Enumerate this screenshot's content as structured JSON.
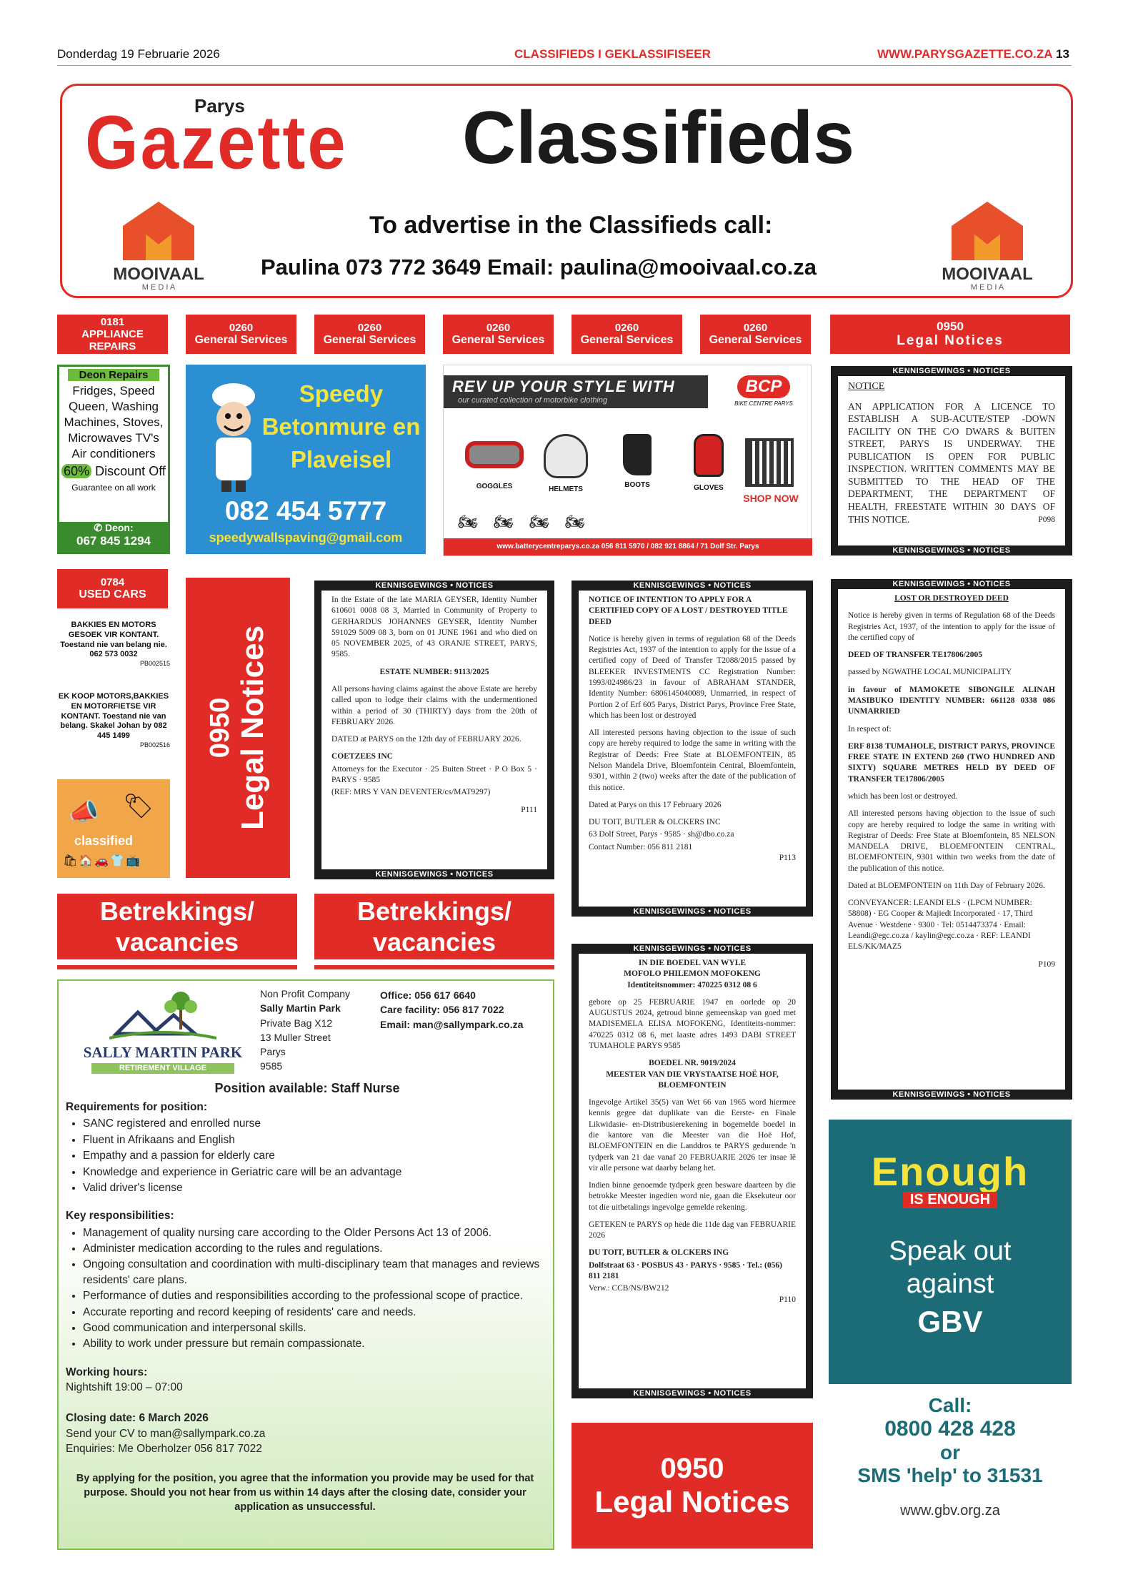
{
  "header": {
    "date": "Donderdag 19 Februarie 2026",
    "section": "CLASSIFIEDS I GEKLASSIFISEER",
    "website": "WWW.PARYSGAZETTE.CO.ZA",
    "page": "13"
  },
  "banner": {
    "brand_small": "Parys",
    "brand_big": "Gazette",
    "title": "Classifieds",
    "call_text": "To advertise in the Classifieds call:",
    "contact": "Paulina 073 772 3649 Email: paulina@mooivaal.co.za",
    "logo_name": "MOOIVAAL",
    "logo_sub": "M E D I A"
  },
  "category_heads": [
    {
      "code": "0181",
      "label": "APPLIANCE REPAIRS"
    },
    {
      "code": "0260",
      "label": "General Services"
    },
    {
      "code": "0260",
      "label": "General Services"
    },
    {
      "code": "0260",
      "label": "General Services"
    },
    {
      "code": "0260",
      "label": "General Services"
    },
    {
      "code": "0260",
      "label": "General Services"
    },
    {
      "code": "0950",
      "label": "Legal Notices"
    }
  ],
  "deon_ad": {
    "title": "Deon Repairs",
    "services": "Fridges, Speed Queen, Washing Machines, Stoves, Microwaves TV's Air conditioners",
    "discount_pct": "60%",
    "discount": "Discount Off",
    "guarantee": "Guarantee on all work",
    "name": "Deon:",
    "phone": "067 845 1294"
  },
  "speedy_ad": {
    "title": "Speedy Betonmure en Plaveisel",
    "phone": "082 454 5777",
    "email": "speedywallspaving@gmail.com"
  },
  "bcp_ad": {
    "headline": "REV UP YOUR STYLE WITH",
    "tagline": "our curated collection of motorbike clothing",
    "logo": "BCP",
    "logo_sub": "BIKE CENTRE PARYS",
    "items": [
      "GOGGLES",
      "HELMETS",
      "BOOTS",
      "GLOVES"
    ],
    "shop": "SHOP NOW",
    "footer": "www.batterycentreparys.co.za  056 811 5970  /  082 921 8864  /  71 Dolf Str. Parys"
  },
  "notice_band": "KENNISGEWINGS • NOTICES",
  "notice_licence": {
    "heading": "NOTICE",
    "body": "AN APPLICATION FOR A LICENCE TO ESTABLISH A SUB-ACUTE/STEP -DOWN FACILITY ON THE C/O DWARS & BUITEN STREET, PARYS IS UNDERWAY. THE PUBLICATION IS OPEN FOR PUBLIC INSPECTION. WRITTEN COMMENTS MAY BE SUBMITTED TO THE HEAD OF THE DEPARTMENT, THE DEPARTMENT OF HEALTH, FREESTATE WITHIN 30 DAYS OF THIS NOTICE.",
    "ref": "P098"
  },
  "used_cars": {
    "head_code": "0784",
    "head_label": "USED CARS",
    "ad1": "BAKKIES EN MOTORS GESOEK VIR KONTANT. Toestand nie van belang nie. 062 573 0032",
    "ad1_ref": "PB002515",
    "ad2": "EK KOOP MOTORS,BAKKIES EN MOTORFIETSE VIR KONTANT. Toestand nie van belang. Skakel Johan by 082 445 1499",
    "ad2_ref": "PB002516",
    "classified_img": "classified"
  },
  "legal_vertical": {
    "code": "0950",
    "label": "Legal Notices"
  },
  "notice_geyser": {
    "p1": "In the Estate of the late MARIA GEYSER, Identity Number 610601 0008 08 3, Married in Community of Property to GERHARDUS JOHANNES GEYSER, Identity Number 591029 5009 08 3, born on 01 JUNE 1961 and who died on 05 NOVEMBER 2025, of 43 ORANJE STREET, PARYS, 9585.",
    "estate": "ESTATE NUMBER: 9113/2025",
    "p2": "All persons having claims against the above Estate are hereby called upon to lodge their claims with the undermentioned within a period of 30 (THIRTY) days from the 20th of FEBRUARY 2026.",
    "p3": "DATED at PARYS on the 12th day of FEBRUARY 2026.",
    "firm": "COETZEES INC",
    "address": "Attorneys for the Executor · 25 Buiten Street · P O Box 5 · PARYS · 9585",
    "refline": "(REF: MRS Y VAN DEVENTER/cs/MAT9297)",
    "ref": "P111"
  },
  "notice_deed1": {
    "title": "NOTICE OF INTENTION TO APPLY FOR A CERTIFIED COPY OF A LOST / DESTROYED TITLE DEED",
    "p1": "Notice is hereby given in terms of regulation 68 of the Deeds Registries Act, 1937 of the intention to apply for the issue of a certified copy of Deed of Transfer T2088/2015 passed by BLEEKER INVESTMENTS CC Registration Number: 1993/024986/23 in favour of ABRAHAM STANDER, Identity Number: 6806145040089, Unmarried, in respect of Portion 2 of Erf 605 Parys, District Parys, Province Free State, which has been lost or destroyed",
    "p2": "All interested persons having objection to the issue of such copy are hereby required to lodge the same in writing with the Registrar of Deeds: Free State at BLOEMFONTEIN, 85 Nelson Mandela Drive, Bloemfontein Central, Bloemfontein, 9301, within 2 (two) weeks after the date of the publication of this notice.",
    "p3": "Dated at Parys on this 17 February 2026",
    "firm": "DU TOIT, BUTLER & OLCKERS INC",
    "address": "63 Dolf Street, Parys · 9585 · sh@dbo.co.za",
    "contact": "Contact Number: 056 811 2181",
    "ref": "P113"
  },
  "notice_deed2": {
    "title": "LOST OR DESTROYED DEED",
    "p1": "Notice is hereby given in terms of Regulation 68 of the Deeds Registries Act, 1937, of the intention to apply for the issue of the certified copy of",
    "deed": "DEED OF TRANSFER TE17806/2005",
    "passed": "passed by NGWATHE LOCAL MUNICIPALITY",
    "favour": "in favour of MAMOKETE SIBONGILE ALINAH MASIBUKO IDENTITY NUMBER: 661128 0338 086 UNMARRIED",
    "respect": "In respect of:",
    "erf": "ERF 8138 TUMAHOLE, DISTRICT PARYS, PROVINCE FREE STATE IN EXTEND 260 (TWO HUNDRED AND SIXTY) SQUARE METRES HELD BY DEED OF TRANSFER TE17806/2005",
    "lost": "which has been lost or destroyed.",
    "p2": "All interested persons having objection to the issue of such copy are hereby required to lodge the same in writing with Registrar of Deeds: Free State at Bloemfontein, 85 NELSON MANDELA DRIVE, BLOEMFONTEIN CENTRAL, BLOEMFONTEIN, 9301 within two weeks from the date of the publication of this notice.",
    "dated": "Dated at BLOEMFONTEIN on 11th Day of February 2026.",
    "conveyancer": "CONVEYANCER: LEANDI ELS · (LPCM NUMBER: 58808) · EG Cooper & Majiedt Incorporated · 17, Third Avenue · Westdene · 9300 · Tel: 0514473374 · Email: Leandi@egc.co.za / kaylin@egc.co.za · REF: LEANDI ELS/KK/MAZ5",
    "ref": "P109"
  },
  "vacancies": {
    "line1": "Betrekkings/",
    "line2": "vacancies"
  },
  "sally_ad": {
    "logo_title": "SALLY MARTIN PARK",
    "logo_sub": "RETIREMENT VILLAGE",
    "org": [
      "Non Profit Company",
      "Sally Martin Park",
      "Private Bag X12",
      "13 Muller Street",
      "Parys",
      "9585"
    ],
    "office": "Office: 056 617 6640",
    "care": "Care facility: 056 817 7022",
    "email": "Email: man@sallympark.co.za",
    "position": "Position available: Staff Nurse",
    "req_head": "Requirements for position:",
    "requirements": [
      "SANC registered and enrolled nurse",
      "Fluent in Afrikaans and English",
      "Empathy and a passion for elderly care",
      "Knowledge and experience in Geriatric care will be an advantage",
      "Valid driver's license"
    ],
    "resp_head": "Key responsibilities:",
    "responsibilities": [
      "Management of quality nursing care according to the Older Persons Act 13 of 2006.",
      "Administer medication according to the rules and regulations.",
      "Ongoing consultation and coordination with multi-disciplinary team that manages and reviews residents' care plans.",
      "Performance of duties and responsibilities according to the professional scope of practice.",
      "Accurate reporting and record keeping of residents' care and needs.",
      "Good communication and interpersonal skills.",
      "Ability to work under pressure but remain compassionate."
    ],
    "hours_head": "Working hours:",
    "hours": "Nightshift 19:00 – 07:00",
    "closing": "Closing date:  6 March 2026",
    "send": "Send your CV to man@sallympark.co.za",
    "enquiries": "Enquiries:  Me Oberholzer 056 817 7022",
    "disclaimer": "By applying for the position, you agree that the information you provide may be used for that purpose.  Should you not hear from us within 14 days after the closing date, consider your application as unsuccessful."
  },
  "notice_boedel": {
    "title1": "IN DIE BOEDEL VAN WYLE",
    "title2": "MOFOLO PHILEMON MOFOKENG",
    "id": "Identiteitsnommer: 470225 0312 08 6",
    "p1": "gebore op 25 FEBRUARIE 1947 en oorlede op 20 AUGUSTUS 2024, getroud binne gemeenskap van goed met MADISEMELA ELISA MOFOKENG, Identiteits-nommer: 470225 0312 08 6, met laaste adres 1493 DABI STREET TUMAHOLE PARYS 9585",
    "boedel": "BOEDEL NR. 9019/2024",
    "meester": "MEESTER VAN DIE VRYSTAATSE HOË HOF, BLOEMFONTEIN",
    "p2": "Ingevolge Artikel 35(5) van Wet 66 van 1965 word hiermee kennis gegee dat duplikate van die Eerste- en Finale Likwidasie- en-Distribusierekening in bogemelde boedel in die kantore van die Meester van die Hoë Hof, BLOEMFONTEIN en die Landdros te PARYS gedurende 'n tydperk van 21 dae vanaf 20 FEBRUARIE 2026 ter insae lê vir alle persone wat daarby belang het.",
    "p3": "Indien binne genoemde tydperk geen besware daarteen by die betrokke Meester ingedien word nie, gaan die Eksekuteur oor tot die uitbetalings ingevolge gemelde rekening.",
    "p4": "GETEKEN te PARYS op hede die 11de dag van FEBRUARIE 2026",
    "firm": "DU TOIT, BUTLER & OLCKERS ING",
    "address": "Dolfstraat 63 · POSBUS 43 · PARYS · 9585 · Tel.: (056) 811 2181",
    "verw": "Verw.: CCB/NS/BW212",
    "ref": "P110"
  },
  "legal_box": {
    "code": "0950",
    "label": "Legal Notices"
  },
  "gbv_ad": {
    "enough": "Enough",
    "is_enough": "IS ENOUGH",
    "speak": "Speak out against",
    "gbv": "GBV",
    "call": "Call:",
    "number": "0800 428 428",
    "or": "or",
    "sms": "SMS 'help' to 31531",
    "url": "www.gbv.org.za"
  },
  "colors": {
    "red": "#e02b27",
    "dark": "#1c1c1c",
    "green": "#3a8a2e",
    "blue": "#2b8fd1",
    "yellow": "#f5e23a"
  }
}
